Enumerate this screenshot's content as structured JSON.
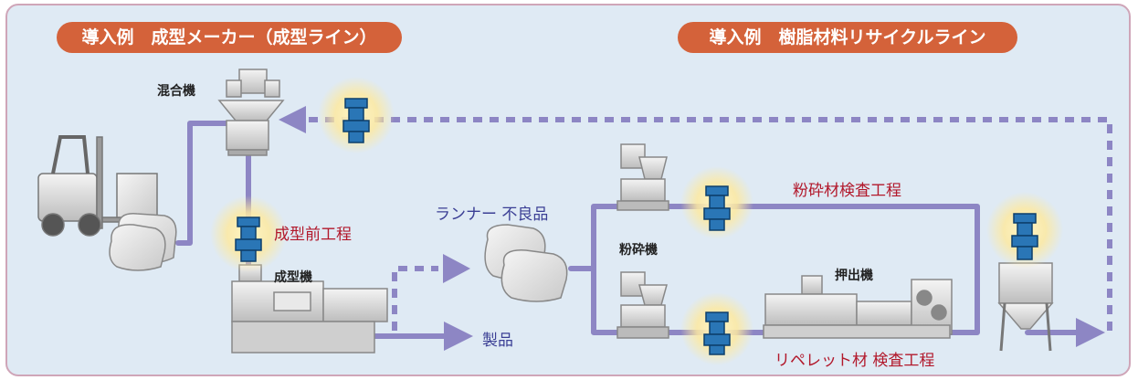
{
  "headers": {
    "left": "導入例　成型メーカー（成型ライン）",
    "right": "導入例　樹脂材料リサイクルライン"
  },
  "labels": {
    "mixer": "混合機",
    "pre_molding": "成型前工程",
    "molding_machine": "成型機",
    "runner_defects": "ランナー 不良品",
    "product": "製品",
    "crusher": "粉砕機",
    "crushed_inspection": "粉砕材検査工程",
    "extruder": "押出機",
    "repellet_inspection": "リペレット材 検査工程"
  },
  "colors": {
    "flow": "#8d86c4",
    "header_bg": "#d4623a",
    "accent_text": "#b2182b",
    "inspector": "#2a76b6",
    "background": "#dfeaf4"
  }
}
